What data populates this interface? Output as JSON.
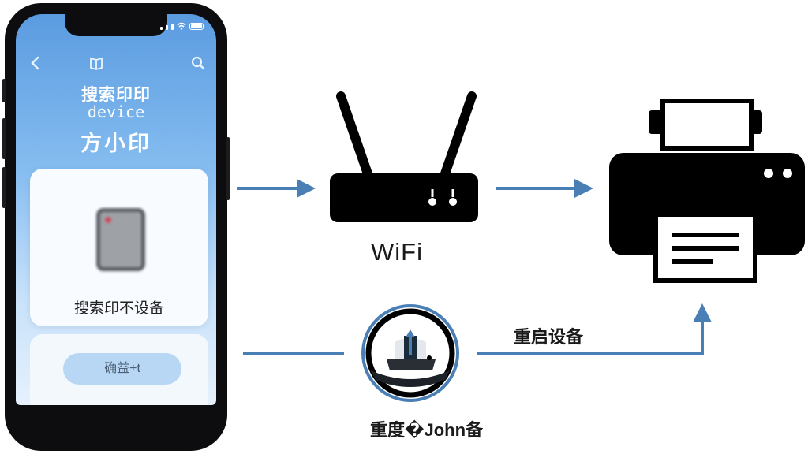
{
  "phone": {
    "nav": {
      "back_icon": "chevron-left-icon",
      "book_icon": "book-icon",
      "search_icon": "search-icon"
    },
    "title_line1": "搜索印印",
    "title_line2": "device",
    "title_line3": "方小印",
    "device_card": {
      "label": "搜索印不设备"
    },
    "confirm_button": "确益+t"
  },
  "diagram": {
    "router_label": "WiFi",
    "reboot_label": "重启设备",
    "repeater_label": "重度�John备"
  },
  "colors": {
    "arrow": "#4a7fb6",
    "phone_bg": "#0d0d0f",
    "accent_blue": "#5a9be0"
  }
}
